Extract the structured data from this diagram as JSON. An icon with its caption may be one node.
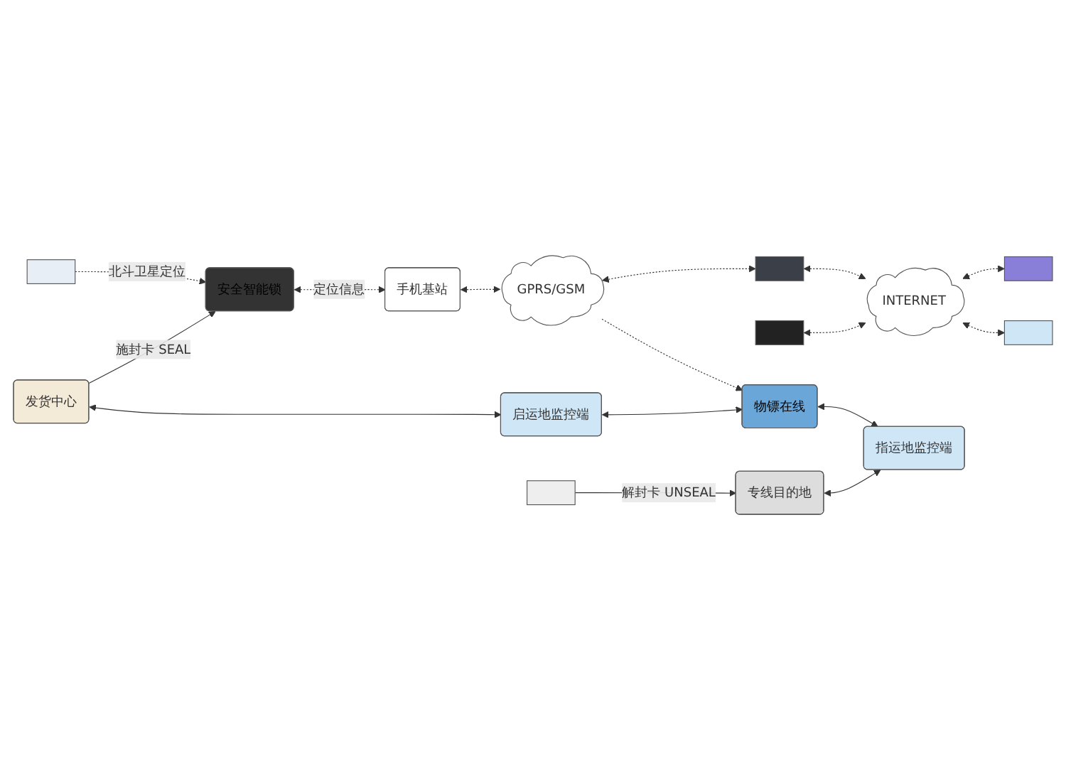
{
  "diagram": {
    "nodes": [
      {
        "text": [],
        "shape": "box"
      },
      {
        "text": [
          "手机基站"
        ]
      },
      {
        "text": [
          "GPRS/GSM"
        ]
      },
      {
        "text": [],
        "shape": "box"
      },
      {
        "text": [],
        "shape": "box"
      },
      {
        "text": [
          "INTERNET"
        ]
      },
      {
        "text": [],
        "shape": "box"
      },
      {
        "text": [],
        "shape": "box"
      },
      {
        "text": [
          "发货中心"
        ]
      },
      {
        "text": [
          "安全智能锁"
        ]
      },
      {
        "text": [],
        "shape": "box"
      },
      {
        "text": [
          "专线目的地"
        ]
      },
      {
        "text": [
          "启运地监控端"
        ]
      },
      {
        "text": [
          "物镖在线"
        ]
      },
      {
        "text": [
          "指运地监控端"
        ]
      }
    ],
    "edges": [
      {
        "from": 0,
        "to": 9,
        "arrow": "to",
        "style": "dashed",
        "label": "北斗卫星定位"
      },
      {
        "from": 9,
        "to": 1,
        "arrow": "both",
        "style": "dashed",
        "label": "定位信息"
      },
      {
        "from": 1,
        "to": 2,
        "arrow": "both",
        "style": "dashed"
      },
      {
        "from": 2,
        "to": 3,
        "arrow": "both",
        "style": "dashed"
      },
      {
        "from": 3,
        "to": 5,
        "arrow": "both",
        "style": "dashed"
      },
      {
        "from": 4,
        "to": 5,
        "arrow": "both",
        "style": "dashed"
      },
      {
        "from": 5,
        "to": 6,
        "arrow": "both",
        "style": "dashed"
      },
      {
        "from": 5,
        "to": 7,
        "arrow": "both",
        "style": "dashed"
      },
      {
        "from": 2,
        "to": 13,
        "arrow": "to",
        "style": "dashed"
      },
      {
        "from": 8,
        "to": 9,
        "arrow": "to",
        "label": "施封卡 SEAL"
      },
      {
        "from": 10,
        "to": 11,
        "arrow": "to",
        "label": "解封卡 UNSEAL"
      },
      {
        "from": 8,
        "to": 12,
        "arrow": "both"
      },
      {
        "from": 12,
        "to": 13,
        "arrow": "both"
      },
      {
        "from": 13,
        "to": 14,
        "arrow": "both"
      },
      {
        "from": 11,
        "to": 14,
        "arrow": "both"
      }
    ]
  }
}
